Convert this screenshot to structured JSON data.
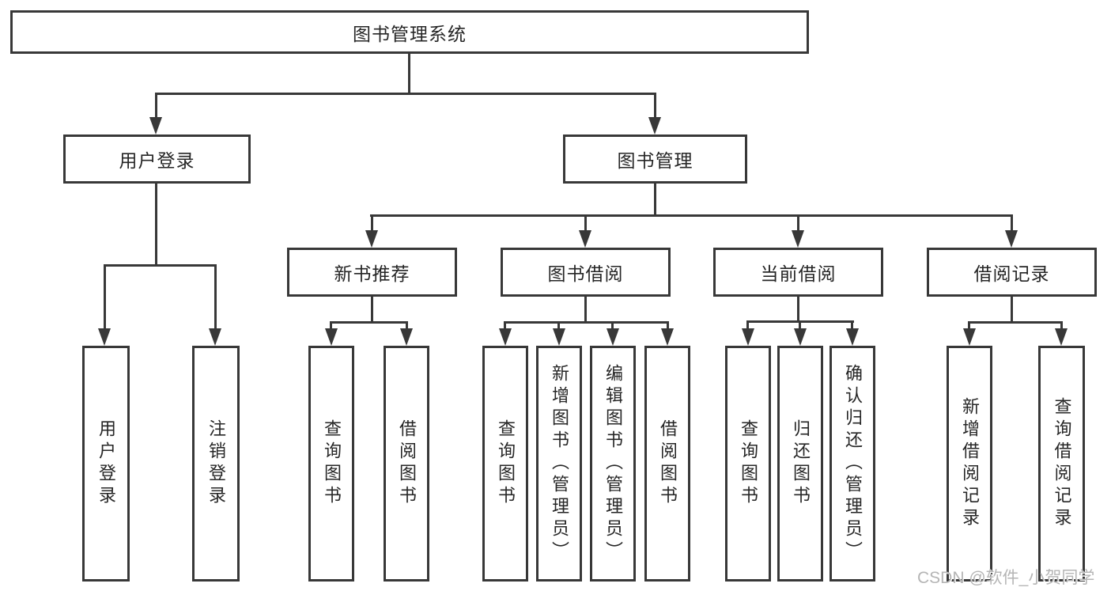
{
  "diagram_title": "图书管理系统",
  "nodes": {
    "root": {
      "label": "图书管理系统"
    },
    "user_login": {
      "label": "用户登录",
      "parent": "root"
    },
    "book_mgmt": {
      "label": "图书管理",
      "parent": "root"
    },
    "new_book_rec": {
      "label": "新书推荐",
      "parent": "book_mgmt"
    },
    "book_borrow": {
      "label": "图书借阅",
      "parent": "book_mgmt"
    },
    "current_borrow": {
      "label": "当前借阅",
      "parent": "book_mgmt"
    },
    "borrow_records": {
      "label": "借阅记录",
      "parent": "book_mgmt"
    },
    "leaf_user_login": {
      "label": "用户登录",
      "parent": "user_login"
    },
    "leaf_logout": {
      "label": "注销登录",
      "parent": "user_login"
    },
    "leaf_rec_query": {
      "label": "查询图书",
      "parent": "new_book_rec"
    },
    "leaf_rec_borrow": {
      "label": "借阅图书",
      "parent": "new_book_rec"
    },
    "leaf_bb_query": {
      "label": "查询图书",
      "parent": "book_borrow"
    },
    "leaf_bb_add": {
      "label": "新增图书（管理员）",
      "parent": "book_borrow"
    },
    "leaf_bb_edit": {
      "label": "编辑图书（管理员）",
      "parent": "book_borrow"
    },
    "leaf_bb_borrow": {
      "label": "借阅图书",
      "parent": "book_borrow"
    },
    "leaf_cb_query": {
      "label": "查询图书",
      "parent": "current_borrow"
    },
    "leaf_cb_return": {
      "label": "归还图书",
      "parent": "current_borrow"
    },
    "leaf_cb_confirm": {
      "label": "确认归还（管理员）",
      "parent": "current_borrow"
    },
    "leaf_br_add": {
      "label": "新增借阅记录",
      "parent": "borrow_records"
    },
    "leaf_br_query": {
      "label": "查询借阅记录",
      "parent": "borrow_records"
    }
  },
  "watermark": {
    "text": "CSDN @软件_小贺同学"
  },
  "colors": {
    "line": "#383838",
    "text": "#262626",
    "watermark": "#b5b5b5",
    "bg": "#ffffff"
  }
}
